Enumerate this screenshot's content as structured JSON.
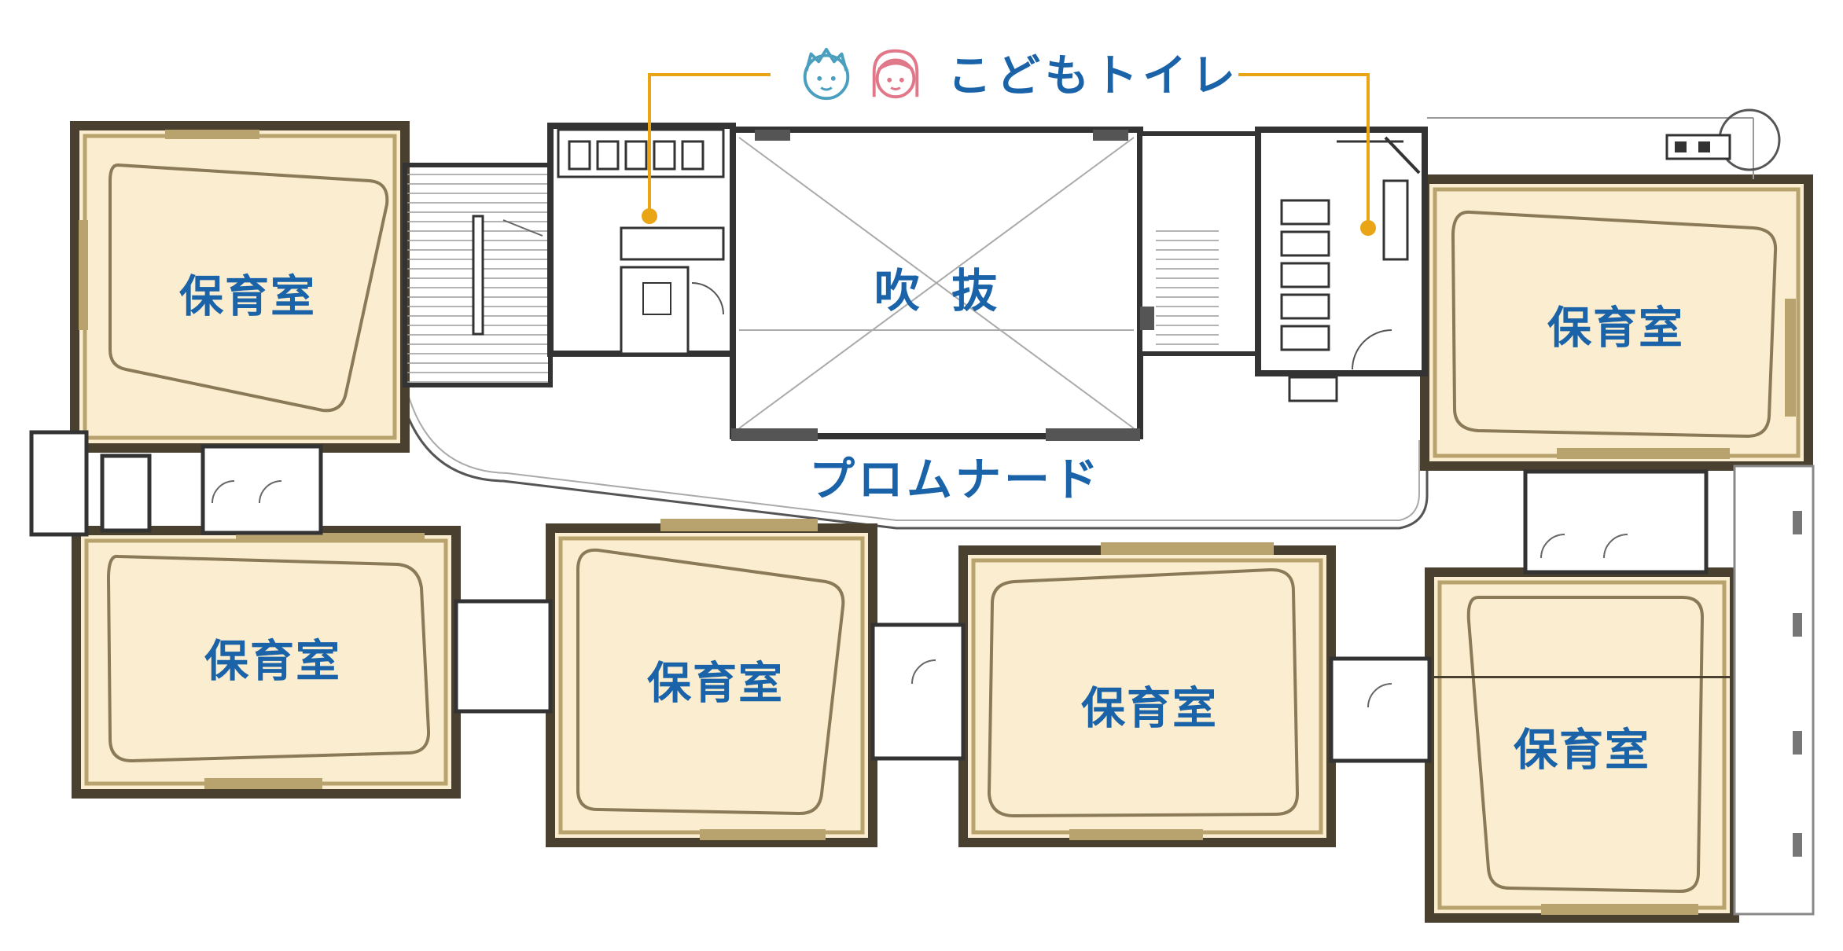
{
  "title": {
    "label": "こどもトイレ",
    "icons": [
      "boy-face-icon",
      "girl-face-icon"
    ]
  },
  "areas": {
    "atrium": "吹 抜",
    "promenade": "プロムナード"
  },
  "rooms": [
    {
      "id": "nursery-1",
      "label": "保育室"
    },
    {
      "id": "nursery-2",
      "label": "保育室"
    },
    {
      "id": "nursery-3",
      "label": "保育室"
    },
    {
      "id": "nursery-4",
      "label": "保育室"
    },
    {
      "id": "nursery-5",
      "label": "保育室"
    },
    {
      "id": "nursery-6",
      "label": "保育室"
    }
  ],
  "colors": {
    "room_fill": "#fbedcf",
    "label": "#1a63a8",
    "wall": "#4a4030",
    "wall_tan": "#b8a26e",
    "callout": "#eaa516",
    "boy_icon": "#4a9fbf",
    "girl_icon": "#e0788a"
  }
}
